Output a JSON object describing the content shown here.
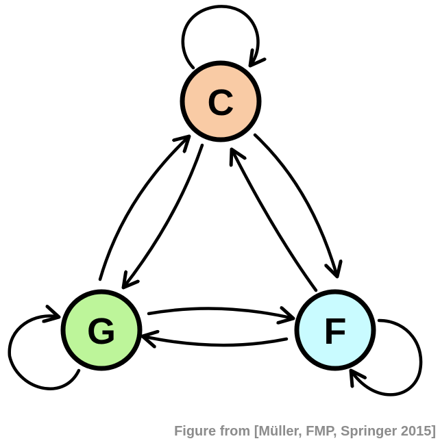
{
  "nodes": [
    {
      "id": "C",
      "label": "C",
      "fill": "#f9cba5"
    },
    {
      "id": "G",
      "label": "G",
      "fill": "#bdf59a"
    },
    {
      "id": "F",
      "label": "F",
      "fill": "#c9fbff"
    }
  ],
  "edges": [
    {
      "from": "C",
      "to": "C"
    },
    {
      "from": "G",
      "to": "G"
    },
    {
      "from": "F",
      "to": "F"
    },
    {
      "from": "C",
      "to": "G"
    },
    {
      "from": "G",
      "to": "C"
    },
    {
      "from": "C",
      "to": "F"
    },
    {
      "from": "F",
      "to": "C"
    },
    {
      "from": "G",
      "to": "F"
    },
    {
      "from": "F",
      "to": "G"
    }
  ],
  "caption": "Figure from [Müller, FMP, Springer 2015]",
  "colors": {
    "stroke": "#000000",
    "caption": "#8c8c8c"
  }
}
